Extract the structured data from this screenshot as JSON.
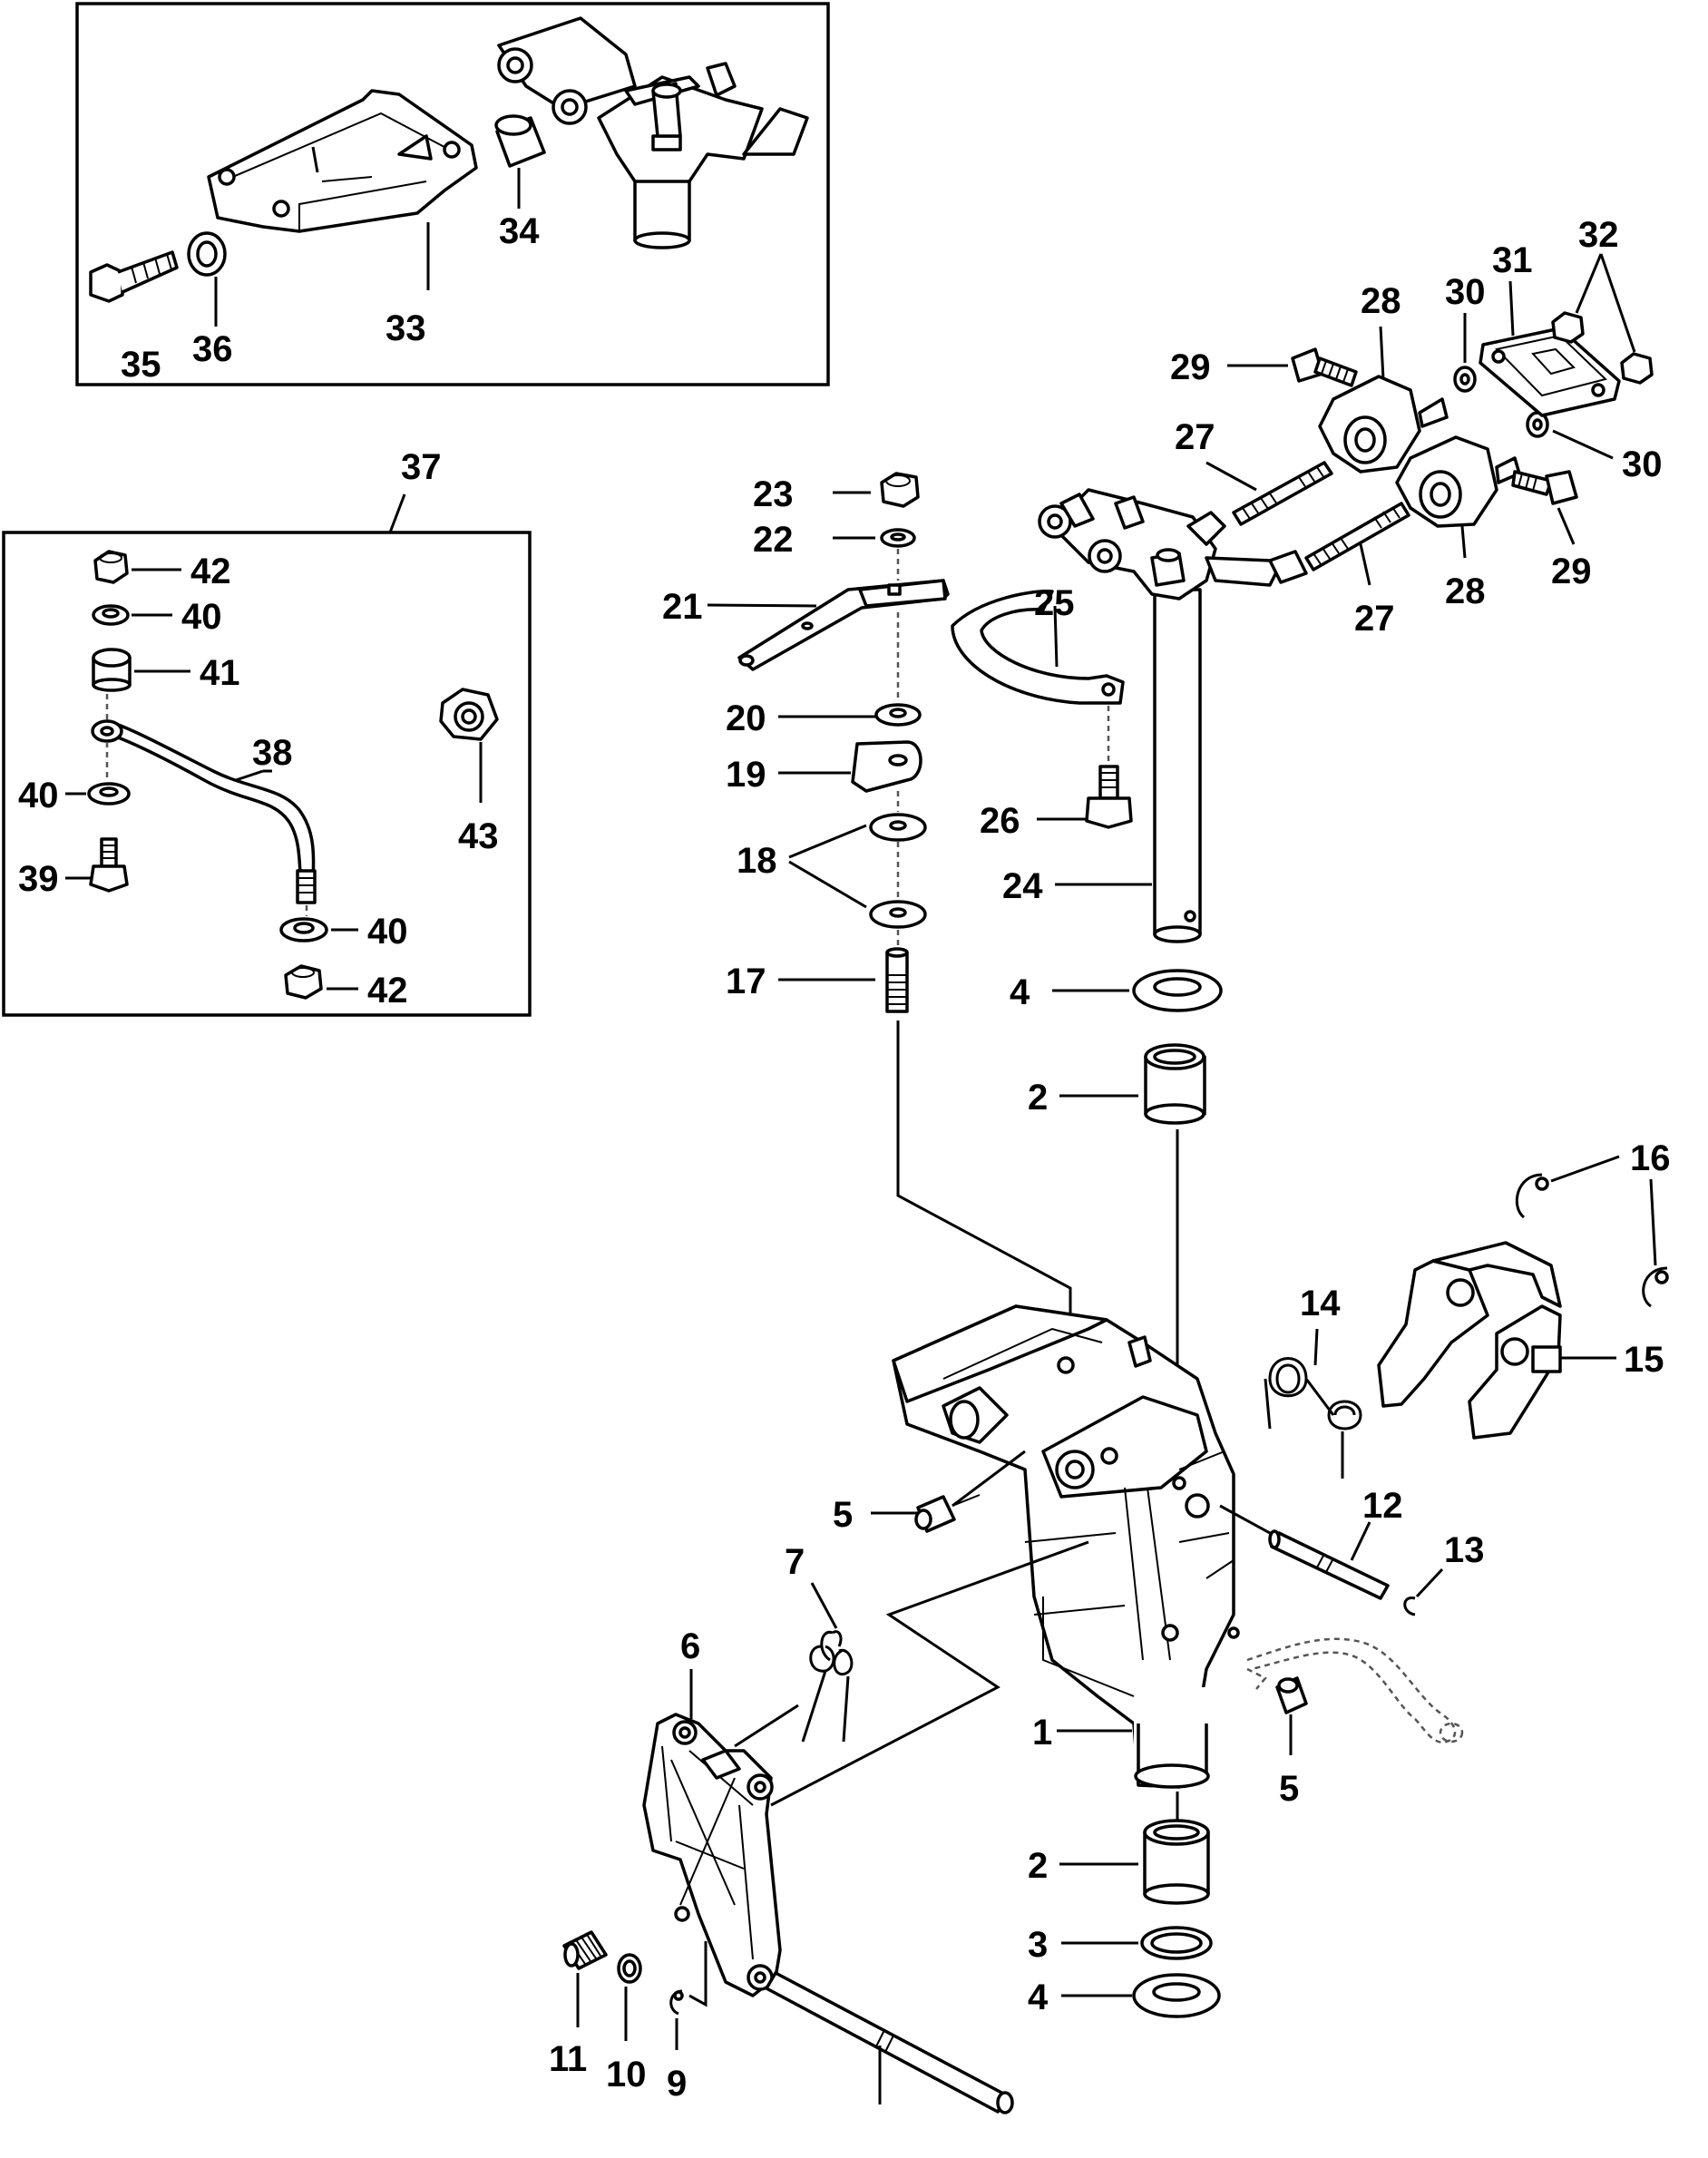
{
  "diagram": {
    "callouts": {
      "c1": "1",
      "c2a": "2",
      "c2b": "2",
      "c3": "3",
      "c4a": "4",
      "c4b": "4",
      "c5a": "5",
      "c5b": "5",
      "c6": "6",
      "c7": "7",
      "c9": "9",
      "c10": "10",
      "c11": "11",
      "c12": "12",
      "c13": "13",
      "c14": "14",
      "c15": "15",
      "c16": "16",
      "c17": "17",
      "c18": "18",
      "c19": "19",
      "c20": "20",
      "c21": "21",
      "c22": "22",
      "c23": "23",
      "c24": "24",
      "c25": "25",
      "c26": "26",
      "c27a": "27",
      "c27b": "27",
      "c28a": "28",
      "c28b": "28",
      "c29a": "29",
      "c29b": "29",
      "c30a": "30",
      "c30b": "30",
      "c31": "31",
      "c32": "32",
      "c33": "33",
      "c34": "34",
      "c35": "35",
      "c36": "36",
      "c37": "37",
      "c38": "38",
      "c39": "39",
      "c40a": "40",
      "c40b": "40",
      "c40c": "40",
      "c41": "41",
      "c42a": "42",
      "c42b": "42",
      "c43": "43"
    }
  }
}
